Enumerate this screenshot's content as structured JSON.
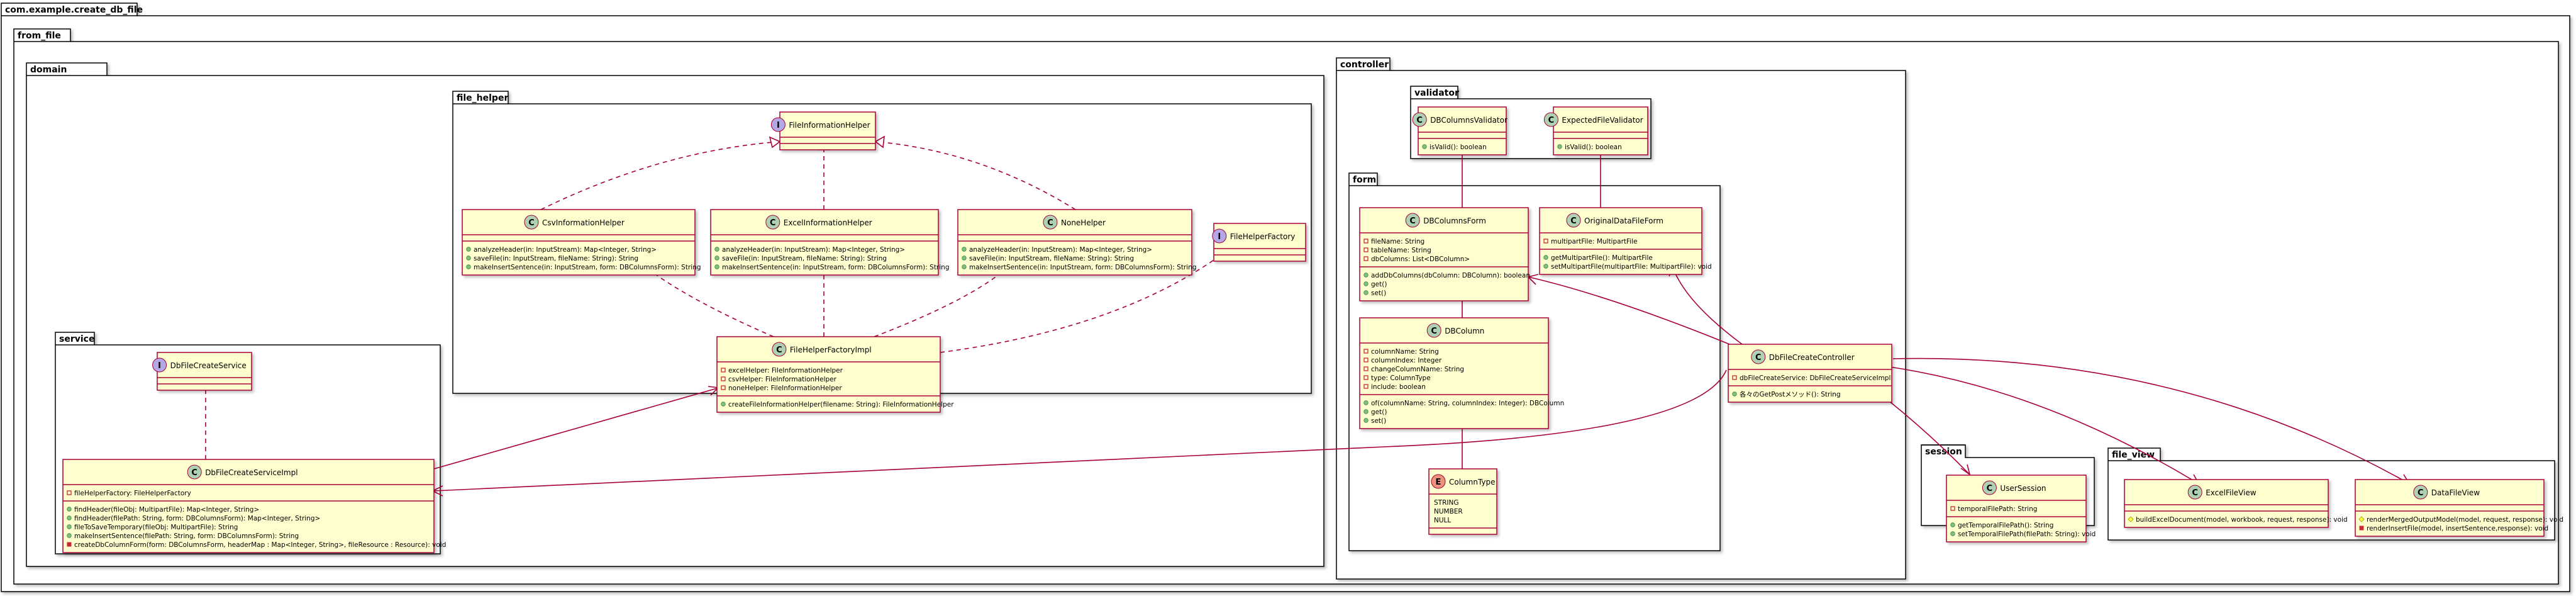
{
  "colors": {
    "class_fill": "#FEFECE",
    "class_border": "#A80036",
    "arrow": "#A80036",
    "package_border": "#000000",
    "circle_class": "#ADD1B2",
    "circle_interface": "#B4A7E5",
    "circle_enum": "#EB937F",
    "priv_field": "#C82930",
    "pub_method": "#84BE84",
    "prot_method": "#FFFF44"
  },
  "packages": {
    "root": "com.example.create_db_file",
    "from_file": "from_file",
    "domain": "domain",
    "file_helper": "file_helper",
    "service": "service",
    "controller": "controller",
    "validator": "validator",
    "form": "form",
    "session": "session",
    "file_view": "file_view"
  },
  "classes": {
    "file_info_helper": {
      "kind": "I",
      "name": "FileInformationHelper",
      "members": []
    },
    "csv_helper": {
      "kind": "C",
      "name": "CsvInformationHelper",
      "members": [
        {
          "vis": "pub",
          "text": "analyzeHeader(in: InputStream): Map<Integer, String>"
        },
        {
          "vis": "pub",
          "text": "saveFile(in: InputStream, fileName: String): String"
        },
        {
          "vis": "pub",
          "text": "makeInsertSentence(in: InputStream, form: DBColumnsForm): String"
        }
      ]
    },
    "excel_helper": {
      "kind": "C",
      "name": "ExcelInformationHelper",
      "members": [
        {
          "vis": "pub",
          "text": "analyzeHeader(in: InputStream): Map<Integer, String>"
        },
        {
          "vis": "pub",
          "text": "saveFile(in: InputStream, fileName: String): String"
        },
        {
          "vis": "pub",
          "text": "makeInsertSentence(in: InputStream, form: DBColumnsForm): String"
        }
      ]
    },
    "none_helper": {
      "kind": "C",
      "name": "NoneHelper",
      "members": [
        {
          "vis": "pub",
          "text": "analyzeHeader(in: InputStream): Map<Integer, String>"
        },
        {
          "vis": "pub",
          "text": "saveFile(in: InputStream, fileName: String): String"
        },
        {
          "vis": "pub",
          "text": "makeInsertSentence(in: InputStream, form: DBColumnsForm): String"
        }
      ]
    },
    "file_helper_factory": {
      "kind": "I",
      "name": "FileHelperFactory",
      "members": []
    },
    "file_helper_factory_impl": {
      "kind": "C",
      "name": "FileHelperFactoryImpl",
      "fields": [
        {
          "vis": "priv",
          "text": "excelHelper: FileInformationHelper"
        },
        {
          "vis": "priv",
          "text": "csvHelper: FileInformationHelper"
        },
        {
          "vis": "priv",
          "text": "noneHelper: FileInformationHelper"
        }
      ],
      "members": [
        {
          "vis": "pub",
          "text": "createFileInformationHelper(filename: String): FileInformationHelper"
        }
      ]
    },
    "db_file_create_service": {
      "kind": "I",
      "name": "DbFileCreateService",
      "members": []
    },
    "db_file_create_service_impl": {
      "kind": "C",
      "name": "DbFileCreateServiceImpl",
      "fields": [
        {
          "vis": "priv",
          "text": "fileHelperFactory: FileHelperFactory"
        }
      ],
      "members": [
        {
          "vis": "pub",
          "text": "findHeader(fileObj: MultipartFile): Map<Integer, String>"
        },
        {
          "vis": "pub",
          "text": "findHeader(filePath: String, form: DBColumnsForm): Map<Integer, String>"
        },
        {
          "vis": "pub",
          "text": "fileToSaveTemporary(fileObj: MultipartFile): String"
        },
        {
          "vis": "pub",
          "text": "makeInsertSentence(filePath: String, form: DBColumnsForm): String"
        },
        {
          "vis": "priv",
          "text": "createDbColumnForm(form: DBColumnsForm, headerMap : Map<Integer, String>, fileResource : Resource): void"
        }
      ]
    },
    "db_columns_validator": {
      "kind": "C",
      "name": "DBColumnsValidator",
      "members": [
        {
          "vis": "pub",
          "text": "isValid(): boolean"
        }
      ]
    },
    "expected_file_validator": {
      "kind": "C",
      "name": "ExpectedFileValidator",
      "members": [
        {
          "vis": "pub",
          "text": "isValid(): boolean"
        }
      ]
    },
    "db_columns_form": {
      "kind": "C",
      "name": "DBColumnsForm",
      "fields": [
        {
          "vis": "priv",
          "text": "fileName: String"
        },
        {
          "vis": "priv",
          "text": "tableName: String"
        },
        {
          "vis": "priv",
          "text": "dbColumns: List<DBColumn>"
        }
      ],
      "members": [
        {
          "vis": "pub",
          "text": "addDbColumns(dbColumn: DBColumn): boolean"
        },
        {
          "vis": "pub",
          "text": "get()"
        },
        {
          "vis": "pub",
          "text": "set()"
        }
      ]
    },
    "original_data_file_form": {
      "kind": "C",
      "name": "OriginalDataFileForm",
      "fields": [
        {
          "vis": "priv",
          "text": "multipartFile: MultipartFile"
        }
      ],
      "members": [
        {
          "vis": "pub",
          "text": "getMultipartFile(): MultipartFile"
        },
        {
          "vis": "pub",
          "text": "setMultipartFile(multipartFile: MultipartFile): void"
        }
      ]
    },
    "db_column": {
      "kind": "C",
      "name": "DBColumn",
      "fields": [
        {
          "vis": "priv",
          "text": "columnName: String"
        },
        {
          "vis": "priv",
          "text": "columnIndex: Integer"
        },
        {
          "vis": "priv",
          "text": "changeColumnName: String"
        },
        {
          "vis": "priv",
          "text": "type: ColumnType"
        },
        {
          "vis": "priv",
          "text": "include: boolean"
        }
      ],
      "members": [
        {
          "vis": "pub",
          "text": "of(columnName: String, columnIndex: Integer): DBColumn"
        },
        {
          "vis": "pub",
          "text": "get()"
        },
        {
          "vis": "pub",
          "text": "set()"
        }
      ]
    },
    "column_type": {
      "kind": "E",
      "name": "ColumnType",
      "values": [
        "STRING",
        "NUMBER",
        "NULL"
      ]
    },
    "db_file_create_controller": {
      "kind": "C",
      "name": "DbFileCreateController",
      "fields": [
        {
          "vis": "priv",
          "text": "dbFileCreateService: DbFileCreateServiceImpl"
        }
      ],
      "members": [
        {
          "vis": "pub",
          "text": "各々のGetPostメソッド(): String"
        }
      ]
    },
    "user_session": {
      "kind": "C",
      "name": "UserSession",
      "fields": [
        {
          "vis": "priv",
          "text": "temporalFilePath: String"
        }
      ],
      "members": [
        {
          "vis": "pub",
          "text": "getTemporalFilePath(): String"
        },
        {
          "vis": "pub",
          "text": "setTemporalFilePath(filePath: String): void"
        }
      ]
    },
    "excel_file_view": {
      "kind": "C",
      "name": "ExcelFileView",
      "members": [
        {
          "vis": "prot",
          "text": "buildExcelDocument(model, workbook, request, response): void"
        }
      ]
    },
    "data_file_view": {
      "kind": "C",
      "name": "DataFileView",
      "members": [
        {
          "vis": "prot",
          "text": "renderMergedOutputModel(model, request, response): void"
        },
        {
          "vis": "priv",
          "text": "renderInsertFile(model, insertSentence,response): void"
        }
      ]
    }
  }
}
